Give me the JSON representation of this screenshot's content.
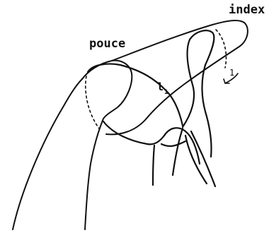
{
  "labels": {
    "index": "index",
    "pouce": "pouce",
    "loop_letter": "l",
    "loop_sub": "1",
    "arrow_number": "1"
  },
  "colors": {
    "ink": "#111111",
    "background": "#ffffff"
  }
}
